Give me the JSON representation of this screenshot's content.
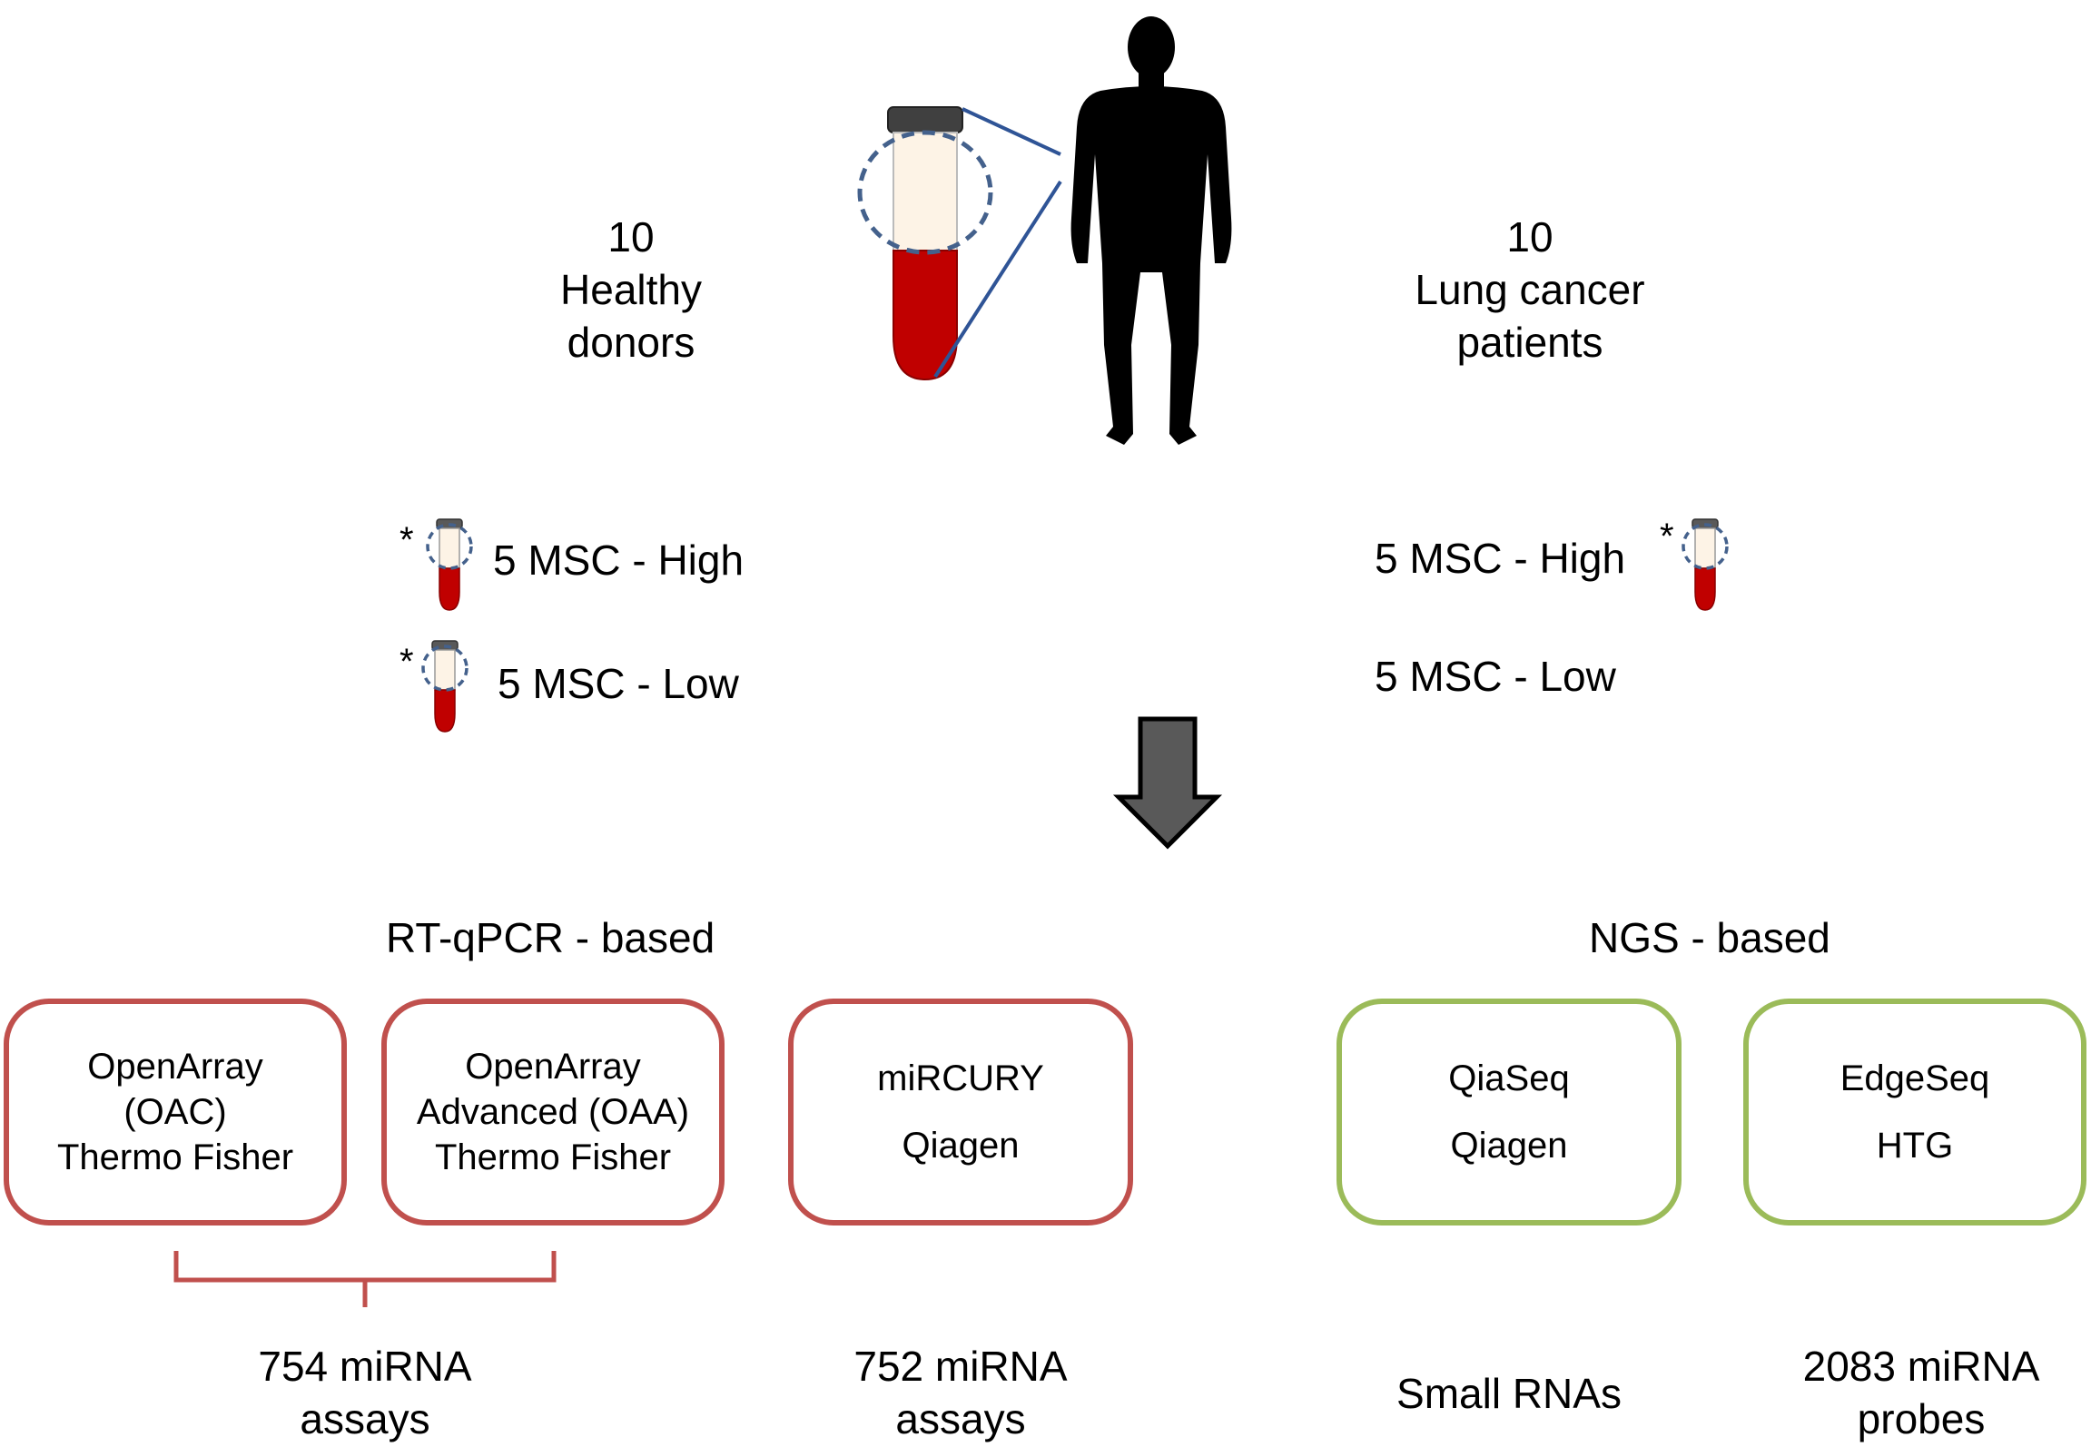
{
  "cohorts": {
    "healthy": {
      "count": "10",
      "line1": "Healthy",
      "line2": "donors"
    },
    "cancer": {
      "count": "10",
      "line1": "Lung cancer",
      "line2": "patients"
    }
  },
  "groups": {
    "healthy_high": {
      "label": "5 MSC - High",
      "marker": "*"
    },
    "healthy_low": {
      "label": "5 MSC - Low",
      "marker": "*"
    },
    "cancer_high": {
      "label": "5 MSC - High",
      "marker": "*"
    },
    "cancer_low": {
      "label": "5 MSC - Low"
    }
  },
  "sections": {
    "rtqpcr": "RT-qPCR - based",
    "ngs": "NGS - based"
  },
  "platforms": {
    "oac": {
      "line1": "OpenArray",
      "line2": "(OAC)",
      "line3": "Thermo Fisher"
    },
    "oaa": {
      "line1": "OpenArray",
      "line2": "Advanced (OAA)",
      "line3": "Thermo Fisher"
    },
    "mircury": {
      "line1": "miRCURY",
      "line2": "Qiagen"
    },
    "qiaseq": {
      "line1": "QiaSeq",
      "line2": "Qiagen"
    },
    "edgeseq": {
      "line1": "EdgeSeq",
      "line2": "HTG"
    }
  },
  "coverage": {
    "openarray": {
      "line1": "754 miRNA",
      "line2": "assays"
    },
    "mircury": {
      "line1": "752 miRNA",
      "line2": "assays"
    },
    "qiaseq": {
      "line1": "Small RNAs"
    },
    "edgeseq": {
      "line1": "2083 miRNA",
      "line2": "probes"
    }
  },
  "colors": {
    "rtqpcr_border": "#c0504d",
    "ngs_border": "#9bbb59",
    "blood": "#c00000",
    "plasma": "#fdf3e6",
    "highlight_circle": "#44618c",
    "arrow": "#595959"
  },
  "icons": {
    "person": "human-silhouette-icon",
    "tube": "blood-tube-icon",
    "arrow": "down-arrow-icon"
  }
}
